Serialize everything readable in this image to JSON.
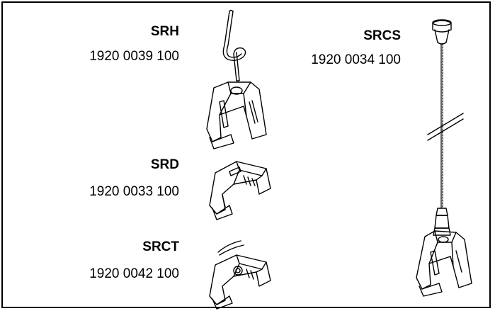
{
  "products": [
    {
      "code": "SRH",
      "article_number": "1920 0039 100"
    },
    {
      "code": "SRD",
      "article_number": "1920 0033 100"
    },
    {
      "code": "SRCT",
      "article_number": "1920 0042 100"
    },
    {
      "code": "SRCS",
      "article_number": "1920 0034 100"
    }
  ]
}
